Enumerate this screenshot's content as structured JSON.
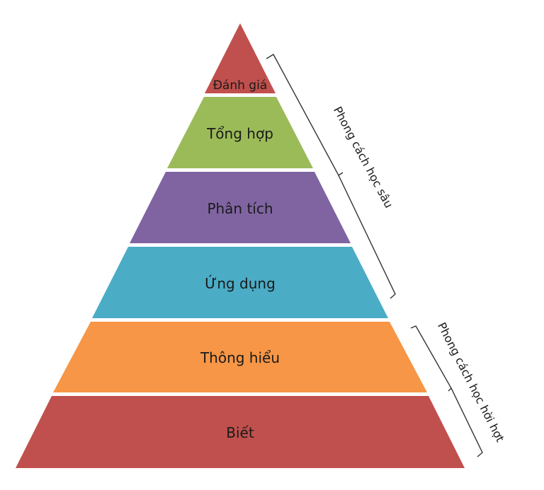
{
  "diagram": {
    "type": "pyramid",
    "tiers": [
      {
        "label": "Đánh giá",
        "color": "#c0504d",
        "level": 6
      },
      {
        "label": "Tổng hợp",
        "color": "#9bbb59",
        "level": 5
      },
      {
        "label": "Phân tích",
        "color": "#8064a2",
        "level": 4
      },
      {
        "label": "Ứng dụng",
        "color": "#4bacc6",
        "level": 3
      },
      {
        "label": "Thông hiểu",
        "color": "#f79646",
        "level": 2
      },
      {
        "label": "Biết",
        "color": "#c0504d",
        "level": 1
      }
    ],
    "brackets": [
      {
        "label": "Phong cách học sâu",
        "spans": [
          "Đánh giá",
          "Tổng hợp",
          "Phân tích",
          "Ứng dụng"
        ]
      },
      {
        "label": "Phong cách học hời hợt",
        "spans": [
          "Thông hiểu",
          "Biết"
        ]
      }
    ]
  }
}
